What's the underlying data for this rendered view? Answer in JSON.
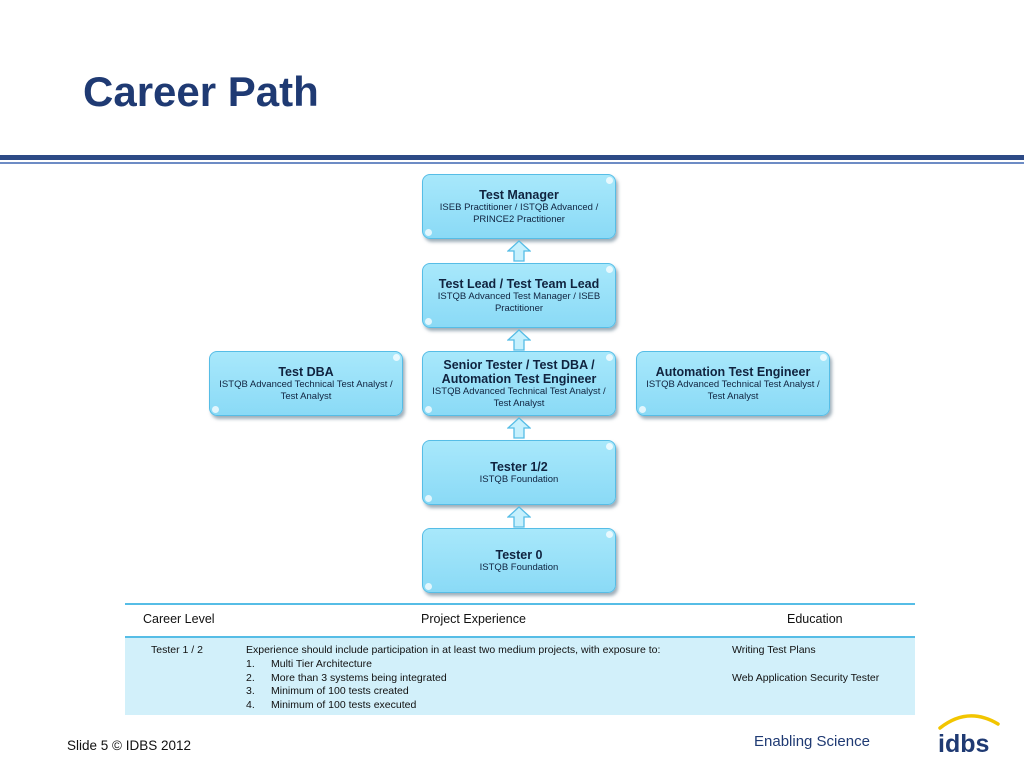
{
  "slide": {
    "title": "Career Path",
    "footer_left": "Slide 5 © IDBS 2012",
    "footer_right": "Enabling Science",
    "logo_text": "idbs"
  },
  "diagram": {
    "nodes": {
      "test_manager": {
        "title": "Test Manager",
        "sub": "ISEB Practitioner / ISTQB Advanced / PRINCE2 Practitioner"
      },
      "test_lead": {
        "title": "Test Lead / Test Team Lead",
        "sub": "ISTQB Advanced Test Manager / ISEB Practitioner"
      },
      "senior_tester": {
        "title": "Senior Tester / Test DBA / Automation Test Engineer",
        "sub": "ISTQB Advanced Technical Test Analyst / Test Analyst"
      },
      "test_dba": {
        "title": "Test DBA",
        "sub": "ISTQB Advanced Technical Test Analyst / Test Analyst"
      },
      "automation": {
        "title": "Automation Test Engineer",
        "sub": "ISTQB Advanced Technical Test Analyst / Test Analyst"
      },
      "tester_12": {
        "title": "Tester 1/2",
        "sub": "ISTQB Foundation"
      },
      "tester_0": {
        "title": "Tester 0",
        "sub": "ISTQB Foundation"
      }
    },
    "edges": [
      [
        "tester_0",
        "tester_12"
      ],
      [
        "tester_12",
        "senior_tester"
      ],
      [
        "senior_tester",
        "test_lead"
      ],
      [
        "test_lead",
        "test_manager"
      ]
    ],
    "colors": {
      "box_fill": "#a8e8fb",
      "box_border": "#56bde6",
      "arrow_fill": "#c5f0fd"
    }
  },
  "table": {
    "headers": [
      "Career Level",
      "Project Experience",
      "Education"
    ],
    "row": {
      "level": "Tester 1 / 2",
      "experience_intro": "Experience should include participation in at least two medium projects, with exposure to:",
      "experience_items": [
        {
          "num": "1.",
          "text": "Multi Tier Architecture"
        },
        {
          "num": "2.",
          "text": "More than 3 systems being integrated"
        },
        {
          "num": "3.",
          "text": "Minimum of 100 tests created"
        },
        {
          "num": "4.",
          "text": "Minimum of 100 tests executed"
        }
      ],
      "education": [
        "Writing Test Plans",
        "Web Application  Security Tester"
      ]
    }
  },
  "colors": {
    "title": "#1f3a73",
    "rule": "#2d4a86",
    "table_row": "#d2f0fa",
    "logo_arc": "#f2c500"
  }
}
